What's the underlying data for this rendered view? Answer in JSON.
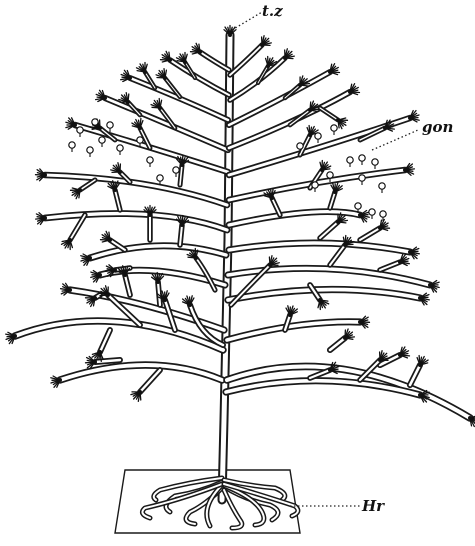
{
  "figure": {
    "labels": {
      "tip_zone": "t.z",
      "gonophores": "gon",
      "hydrorhiza": "Hr"
    }
  }
}
